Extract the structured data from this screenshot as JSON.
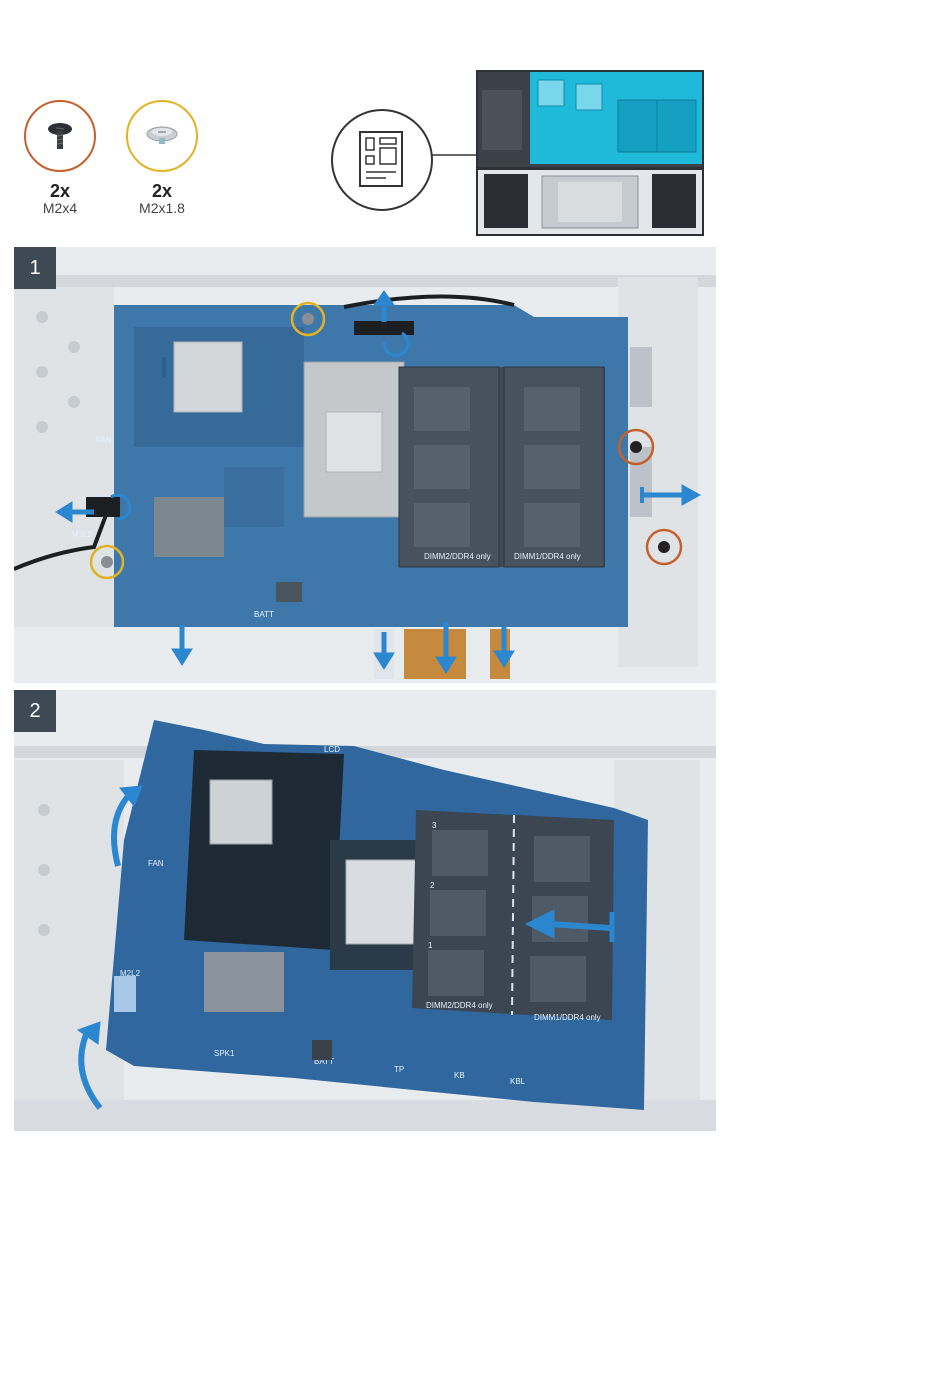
{
  "screws": [
    {
      "qty": "2x",
      "size": "M2x4",
      "ring_color": "#c4602b",
      "type": "black-screw-icon"
    },
    {
      "qty": "2x",
      "size": "M2x1.8",
      "ring_color": "#e1b324",
      "type": "silver-screw-icon"
    }
  ],
  "steps": [
    {
      "number": "1"
    },
    {
      "number": "2"
    }
  ],
  "board_labels": {
    "fan": "FAN",
    "lcd": "LCD",
    "m2": "M2L2",
    "spk": "SPK1",
    "batt": "BATT",
    "tp": "TP",
    "kb": "KB",
    "kbl": "KBL",
    "dimm1": "DIMM1/DDR4 only",
    "dimm2": "DIMM2/DDR4 only",
    "slot1": "1",
    "slot2": "2",
    "slot3": "3"
  },
  "colors": {
    "accent_blue": "#2a87d0",
    "board_blue": "#3e78ab",
    "panel_gray": "#e9ecef",
    "highlight_cyan": "#1fb9d9"
  }
}
